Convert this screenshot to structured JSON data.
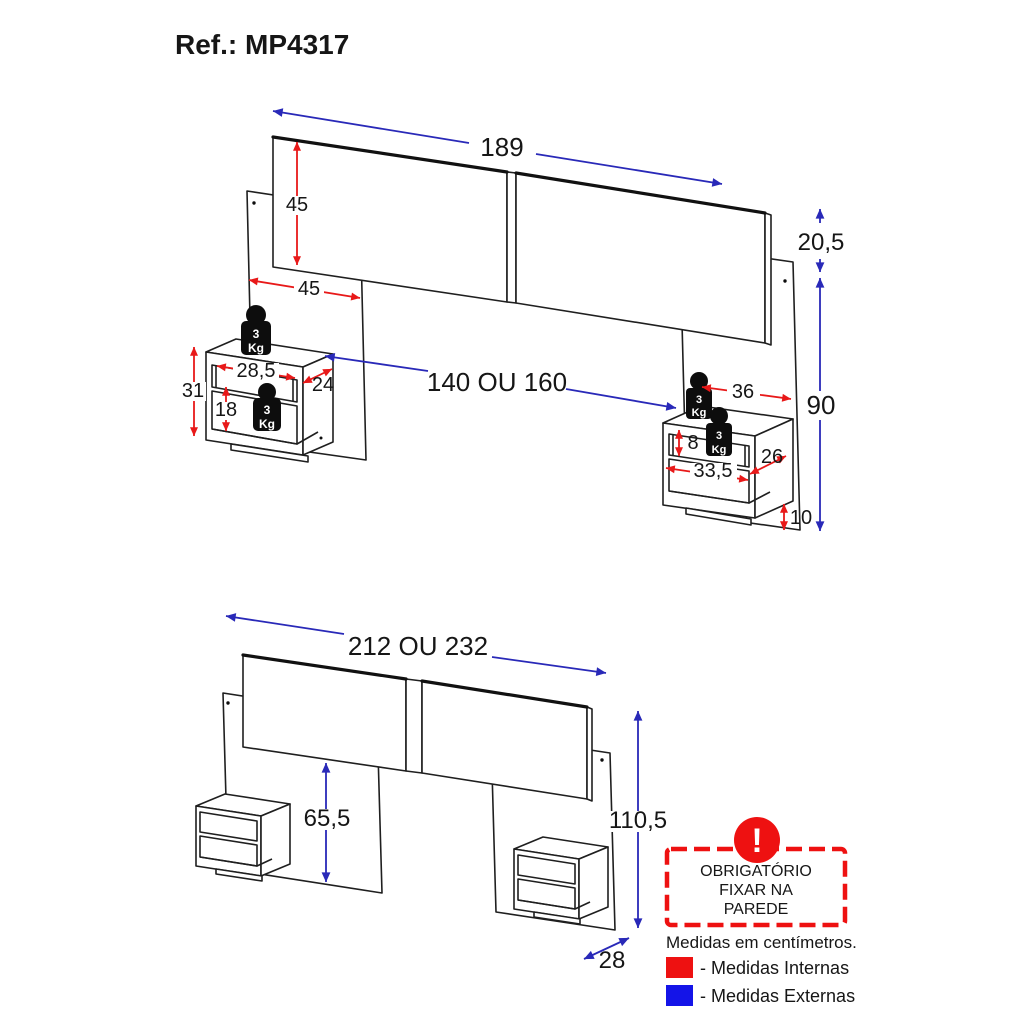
{
  "title": "Ref.: MP4317",
  "colors": {
    "internal_measures_red": "#ee1111",
    "external_measures_blue": "#1414e8",
    "arrow_red": "#e81919",
    "arrow_blue": "#2929b8",
    "line_art": "#1f1f1f"
  },
  "weight_badge": {
    "value": "3",
    "unit": "Kg"
  },
  "top_view": {
    "headboard_width": "189",
    "headboard_height": "45",
    "side_panel_offset": "45",
    "top_gap": "20,5",
    "side_panel_height": "90",
    "bed_width_options": "140 OU 160",
    "left_nightstand": {
      "outer_height": "31",
      "drawer_width": "28,5",
      "depth": "24",
      "niche_height": "18"
    },
    "right_nightstand": {
      "outer_width": "36",
      "drawer_height": "8",
      "niche_width": "33,5",
      "depth": "26",
      "bottom_offset": "10"
    }
  },
  "bottom_view": {
    "total_width_options": "212 OU 232",
    "below_headboard_height": "65,5",
    "side_panel_height": "110,5",
    "depth": "28"
  },
  "warning_box": {
    "icon": "!",
    "line1": "OBRIGATÓRIO",
    "line2": "FIXAR NA",
    "line3": "PAREDE"
  },
  "legend": {
    "units_note": "Medidas em centímetros.",
    "internal_label": "- Medidas Internas",
    "external_label": "- Medidas Externas"
  }
}
